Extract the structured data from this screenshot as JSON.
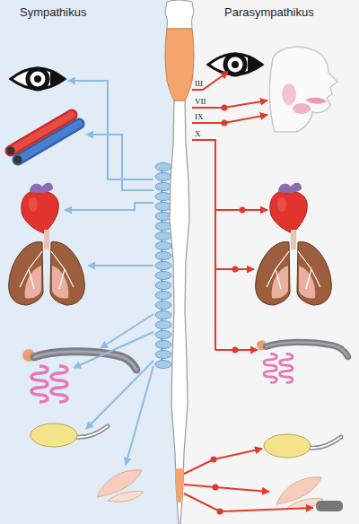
{
  "diagram": {
    "nodes": [
      {
        "text": [
          "Sympathikus"
        ]
      },
      {
        "text": [
          "Parasympathikus"
        ]
      }
    ],
    "labels": [
      "III",
      "VII",
      "IX",
      "X"
    ]
  }
}
